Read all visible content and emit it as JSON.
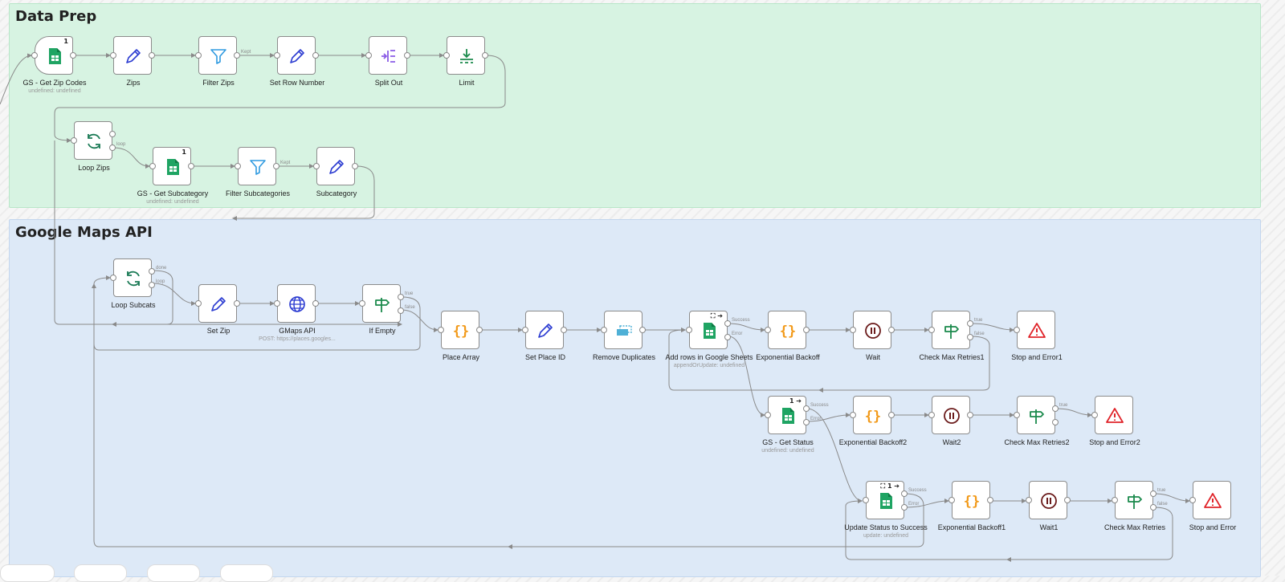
{
  "groups": {
    "data_prep": {
      "title": "Data Prep",
      "color": "#d7f3e2",
      "border": "#b8e6c8"
    },
    "maps_api": {
      "title": "Google Maps API",
      "color": "#dde9f7",
      "border": "#c3d6ee"
    }
  },
  "nodes": {
    "gs_get_zip_codes": {
      "label": "GS - Get Zip Codes",
      "sub": "undefined: undefined",
      "badge": "1",
      "icon": "google-sheets-icon"
    },
    "zips": {
      "label": "Zips",
      "icon": "pencil-icon"
    },
    "filter_zips": {
      "label": "Filter Zips",
      "icon": "filter-icon"
    },
    "set_row_number": {
      "label": "Set Row Number",
      "icon": "pencil-icon"
    },
    "split_out": {
      "label": "Split Out",
      "icon": "split-out-icon"
    },
    "limit": {
      "label": "Limit",
      "icon": "limit-icon"
    },
    "loop_zips": {
      "label": "Loop Zips",
      "icon": "loop-icon"
    },
    "gs_get_subcategory": {
      "label": "GS - Get Subcategory",
      "sub": "undefined: undefined",
      "badge": "1",
      "icon": "google-sheets-icon"
    },
    "filter_subcategories": {
      "label": "Filter Subcategories",
      "icon": "filter-icon"
    },
    "subcategory": {
      "label": "Subcategory",
      "icon": "pencil-icon"
    },
    "loop_subcats": {
      "label": "Loop Subcats",
      "icon": "loop-icon"
    },
    "set_zip": {
      "label": "Set Zip",
      "icon": "pencil-icon"
    },
    "gmaps_api": {
      "label": "GMaps API",
      "sub": "POST: https://places.googles...",
      "icon": "globe-icon"
    },
    "if_empty": {
      "label": "If Empty",
      "icon": "signpost-icon"
    },
    "place_array": {
      "label": "Place Array",
      "icon": "code-braces-icon"
    },
    "set_place_id": {
      "label": "Set Place ID",
      "icon": "pencil-icon"
    },
    "remove_duplicates": {
      "label": "Remove Duplicates",
      "icon": "remove-duplicates-icon"
    },
    "add_rows": {
      "label": "Add rows in Google Sheets",
      "sub": "appendOrUpdate: undefined",
      "icon": "google-sheets-icon"
    },
    "exp_backoff": {
      "label": "Exponential Backoff",
      "icon": "code-braces-icon"
    },
    "wait": {
      "label": "Wait",
      "icon": "pause-icon"
    },
    "check_max_retries1": {
      "label": "Check Max Retries1",
      "icon": "signpost-icon"
    },
    "stop_error1": {
      "label": "Stop and Error1",
      "icon": "warning-icon"
    },
    "gs_get_status": {
      "label": "GS - Get Status",
      "sub": "undefined: undefined",
      "badge": "1 ➔",
      "icon": "google-sheets-icon"
    },
    "exp_backoff2": {
      "label": "Exponential Backoff2",
      "icon": "code-braces-icon"
    },
    "wait2": {
      "label": "Wait2",
      "icon": "pause-icon"
    },
    "check_max_retries2": {
      "label": "Check Max Retries2",
      "icon": "signpost-icon"
    },
    "stop_error2": {
      "label": "Stop and Error2",
      "icon": "warning-icon"
    },
    "update_status": {
      "label": "Update Status to Success",
      "sub": "update: undefined",
      "badge": "1 ➔",
      "icon": "google-sheets-icon"
    },
    "exp_backoff1": {
      "label": "Exponential Backoff1",
      "icon": "code-braces-icon"
    },
    "wait1": {
      "label": "Wait1",
      "icon": "pause-icon"
    },
    "check_max_retries": {
      "label": "Check Max Retries",
      "icon": "signpost-icon"
    },
    "stop_error": {
      "label": "Stop and Error",
      "icon": "warning-icon"
    }
  },
  "ports": {
    "kept": "Kept",
    "loop": "loop",
    "done": "done",
    "true": "true",
    "false": "false",
    "success": "Success",
    "error": "Error"
  },
  "colors": {
    "sheets_green": "#1fa463",
    "pencil_blue": "#2b3bd1",
    "filter_blue": "#2f9ae0",
    "loop_green": "#1a7a55",
    "code_orange": "#f29a1a",
    "route_green": "#1b8a4c",
    "pause_maroon": "#6b1b1b",
    "error_red": "#e0242a",
    "split_purple": "#8b5ce6",
    "wire_gray": "#8a8a8a"
  }
}
